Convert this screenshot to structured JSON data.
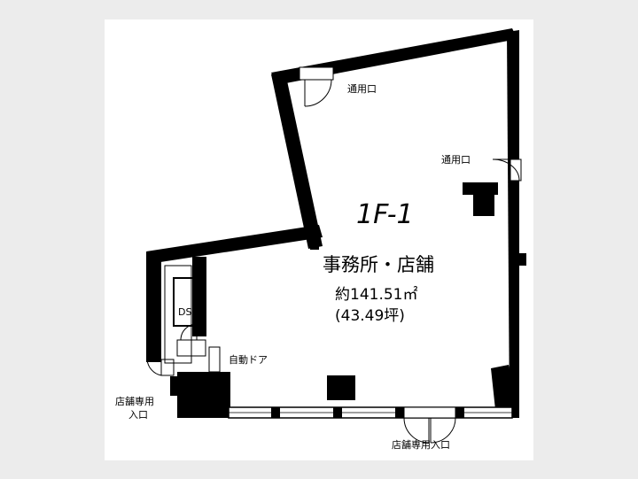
{
  "floorplan": {
    "unit_id": "1F-1",
    "use": "事務所・店舗",
    "area_sqm": "約141.51㎡",
    "area_tsubo": "(43.49坪)",
    "labels": {
      "service_entrance_top": "通用口",
      "service_entrance_right": "通用口",
      "ds": "DS",
      "auto_door": "自動ドア",
      "store_entrance_left_line1": "店舗専用",
      "store_entrance_left_line2": "入口",
      "store_entrance_bottom": "店舗専用入口"
    },
    "colors": {
      "wall": "#000000",
      "paper": "#ffffff",
      "background": "#ececec"
    }
  }
}
